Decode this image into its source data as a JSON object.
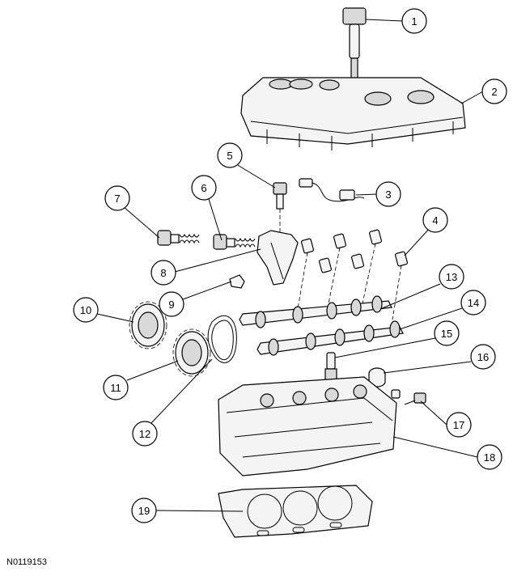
{
  "figure_id": "N0119153",
  "callouts": [
    "1",
    "2",
    "3",
    "4",
    "5",
    "6",
    "7",
    "8",
    "9",
    "10",
    "11",
    "12",
    "13",
    "14",
    "15",
    "16",
    "17",
    "18",
    "19"
  ]
}
